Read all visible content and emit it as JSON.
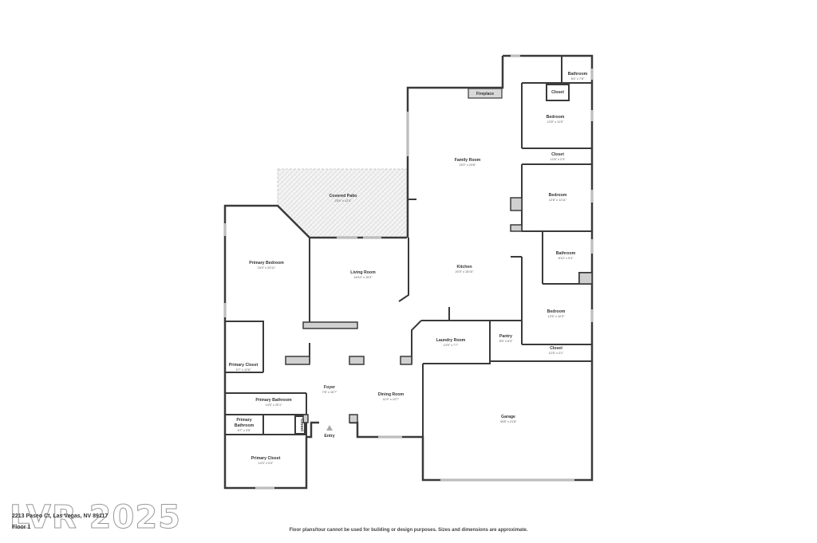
{
  "watermark": "LVR 2025",
  "footer": {
    "address": "2213 Paseo Ct, Las Vegas, NV 89117",
    "floor": "Floor 1",
    "disclaimer": "Floor plans/tour cannot be used for building or design purposes. Sizes and dimensions are approximate."
  },
  "rooms": {
    "bathroom_top": {
      "name": "Bathroom",
      "dim": "5'4\" x 7'8\""
    },
    "closet_top": {
      "name": "Closet"
    },
    "fireplace": {
      "name": "Fireplace"
    },
    "bedroom_1": {
      "name": "Bedroom",
      "dim": "12'8\" x 11'5\""
    },
    "closet_2": {
      "name": "Closet",
      "dim": "12'6\" x 2'3\""
    },
    "family_room": {
      "name": "Family Room",
      "dim": "20'2\" x 24'6\""
    },
    "bedroom_2": {
      "name": "Bedroom",
      "dim": "12'8\" x 11'11\""
    },
    "covered_patio": {
      "name": "Covered Patio",
      "dim": "23'4\" x 12'3\""
    },
    "primary_bedroom": {
      "name": "Primary Bedroom",
      "dim": "15'4\" x 20'11\""
    },
    "bathroom_mid": {
      "name": "Bathroom",
      "dim": "8'10\" x 9'4\""
    },
    "kitchen": {
      "name": "Kitchen",
      "dim": "20'3\" x 15'10\""
    },
    "living_room": {
      "name": "Living Room",
      "dim": "16'10\" x 15'3\""
    },
    "bedroom_3": {
      "name": "Bedroom",
      "dim": "12'5\" x 10'3\""
    },
    "laundry_room": {
      "name": "Laundry Room",
      "dim": "13'9\" x 7'7\""
    },
    "pantry": {
      "name": "Pantry",
      "dim": "5'5\" x 6'3\""
    },
    "closet_3": {
      "name": "Closet",
      "dim": "12'5\" x 2'1\""
    },
    "primary_closet_1": {
      "name": "Primary Closet",
      "dim": "6'7\" x 12'8\""
    },
    "foyer": {
      "name": "Foyer",
      "dim": "7'8\" x 10'7\""
    },
    "dining_room": {
      "name": "Dining Room",
      "dim": "11'9\" x 12'7\""
    },
    "primary_bathroom_1": {
      "name": "Primary Bathroom",
      "dim": "14'3\" x 20'1\""
    },
    "garage": {
      "name": "Garage",
      "dim": "30'8\" x 21'8\""
    },
    "primary_bathroom_2": {
      "name1": "Primary",
      "name2": "Bathroom",
      "dim": "6'7\" x 3'5\""
    },
    "closet_small": {
      "name": "Closet"
    },
    "entry": {
      "name": "Entry"
    },
    "primary_closet_2": {
      "name": "Primary Closet",
      "dim": "14'3\" x 9'4\""
    }
  }
}
